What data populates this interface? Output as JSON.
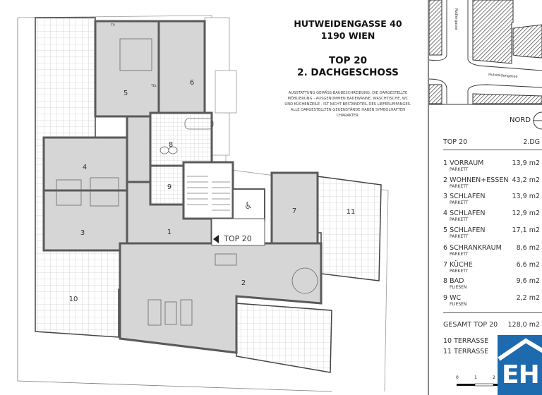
{
  "header": {
    "address": "HUTWEIDENGASSE 40",
    "city": "1190 WIEN",
    "unit": "TOP 20",
    "floor": "2. DACHGESCHOSS",
    "disclaimer": "AUSSTATTUNG GEMÄSS BAUBESCHREIBUNG. DIE DARGESTELLTE MÖBLIERUNG - AUSGENOMMEN BADEWANNE, WASCHTISCHE, WC UND KÜCHENZEILE - IST NICHT BESTANDTEIL DES LIEFERUMFANGES. ALLE DARGESTELLTEN GEGENSTÄNDE HABEN SYMBOLHAFTEN CHARAKTER."
  },
  "map": {
    "street_vertical": "Rodlergasse",
    "street_horizontal": "Hutweidengasse"
  },
  "plan": {
    "unit_label": "TOP 20",
    "room_numbers": [
      "1",
      "2",
      "3",
      "4",
      "5",
      "6",
      "7",
      "8",
      "9",
      "10",
      "11"
    ],
    "tv_label": "TV",
    "tel_label": "TEL"
  },
  "legend": {
    "north_label": "NORD",
    "unit": "TOP 20",
    "floor": "2.DG",
    "rooms": [
      {
        "name": "1 VORRAUM",
        "floor": "PARKETT",
        "area": "13,9 m2"
      },
      {
        "name": "2 WOHNEN+ESSEN",
        "floor": "PARKETT",
        "area": "43,2 m2"
      },
      {
        "name": "3 SCHLAFEN",
        "floor": "PARKETT",
        "area": "13,9 m2"
      },
      {
        "name": "4 SCHLAFEN",
        "floor": "PARKETT",
        "area": "12,9 m2"
      },
      {
        "name": "5 SCHLAFEN",
        "floor": "PARKETT",
        "area": "17,1 m2"
      },
      {
        "name": "6 SCHRANKRAUM",
        "floor": "PARKETT",
        "area": "8,6 m2"
      },
      {
        "name": "7 KÜCHE",
        "floor": "PARKETT",
        "area": "6,6 m2"
      },
      {
        "name": "8 BAD",
        "floor": "FLIESEN",
        "area": "9,6 m2"
      },
      {
        "name": "9 WC",
        "floor": "FLIESEN",
        "area": "2,2 m2"
      }
    ],
    "total_label": "GESAMT TOP 20",
    "total_area": "128,0 m2",
    "terraces": [
      "10 TERRASSE",
      "11 TERRASSE"
    ],
    "scale_ticks": [
      "0",
      "1",
      "2"
    ]
  },
  "logo": {
    "text": "EH",
    "color": "#1d6aae"
  },
  "colors": {
    "floor": "#d6d6d6",
    "wall": "#5a5a5a",
    "terrace": "#ffffff"
  }
}
